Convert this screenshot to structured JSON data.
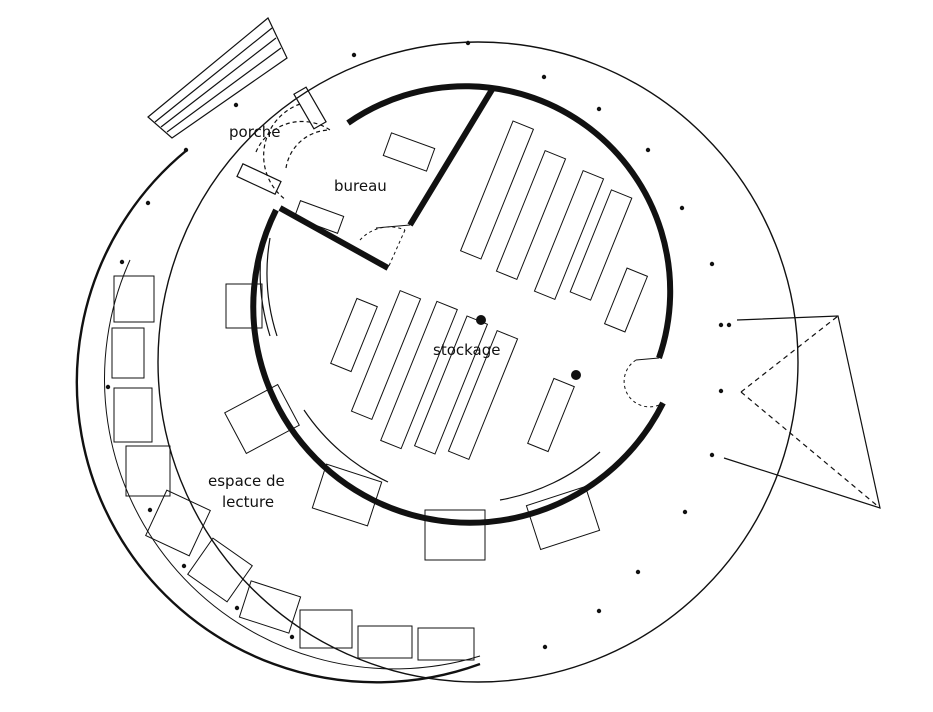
{
  "labels": {
    "porche": "porche",
    "bureau": "bureau",
    "stockage": "stockage",
    "reading_line1": "espace de",
    "reading_line2": "lecture"
  },
  "colors": {
    "ink": "#111111",
    "background": "#ffffff"
  }
}
